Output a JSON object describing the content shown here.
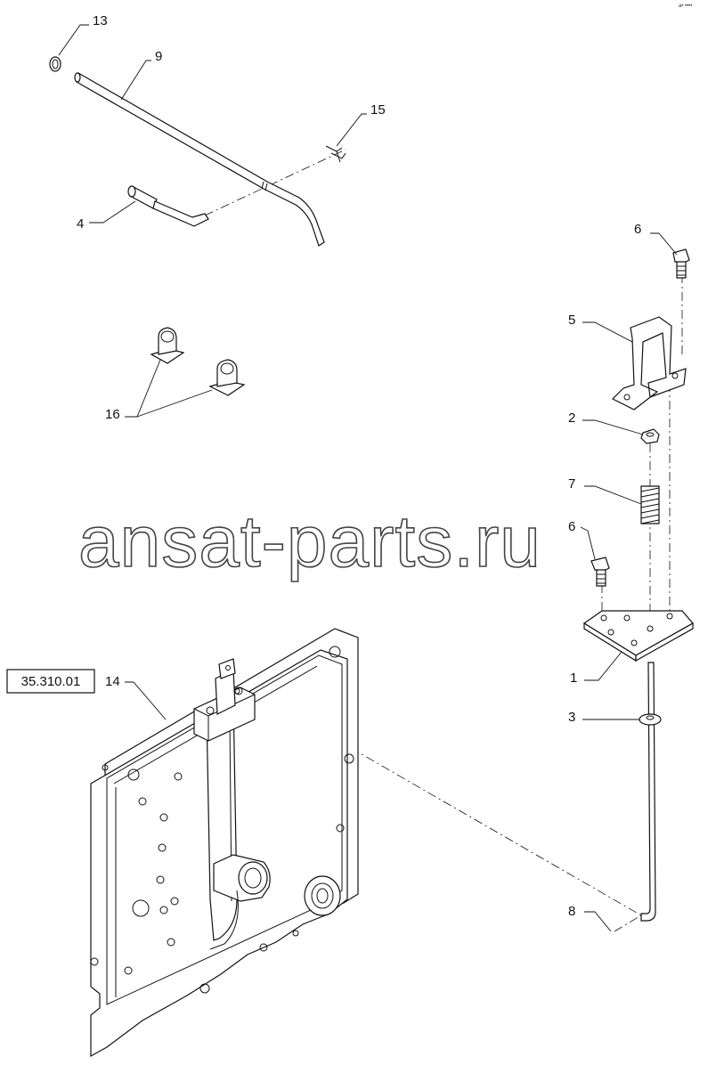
{
  "corner_mark": "a• ••••",
  "watermark": "ansat-parts.ru",
  "reference": "35.310.01",
  "callouts": {
    "c13": "13",
    "c9": "9",
    "c15": "15",
    "c4": "4",
    "c6a": "6",
    "c5": "5",
    "c16": "16",
    "c2": "2",
    "c7": "7",
    "c6b": "6",
    "c1": "1",
    "c14": "14",
    "c3": "3",
    "c8": "8"
  }
}
